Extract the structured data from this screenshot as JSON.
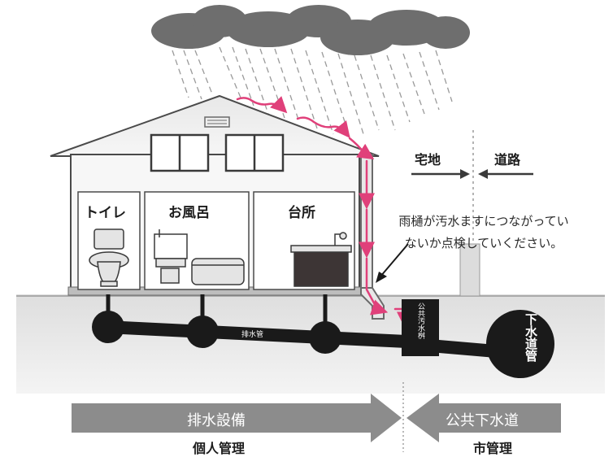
{
  "rooms": {
    "toilet": "トイレ",
    "bath": "お風呂",
    "kitchen": "台所"
  },
  "zones": {
    "residential": "宅地",
    "road": "道路"
  },
  "note": "雨樋が汚水ますにつながっていないか点検していください。",
  "labels": {
    "drain_pipe": "排水管",
    "inspection_box": "公共汚水桝",
    "sewer_main": "下水道管"
  },
  "arrows": {
    "private_equipment": "排水設備",
    "public_sewer": "公共下水道"
  },
  "management": {
    "private": "個人管理",
    "city": "市管理"
  },
  "colors": {
    "rain_flow": "#e0407a",
    "cloud": "#6e6e6e",
    "ground": "#c8c8c8",
    "pipe": "#1a1a1a",
    "arrow": "#8c8c8c"
  }
}
